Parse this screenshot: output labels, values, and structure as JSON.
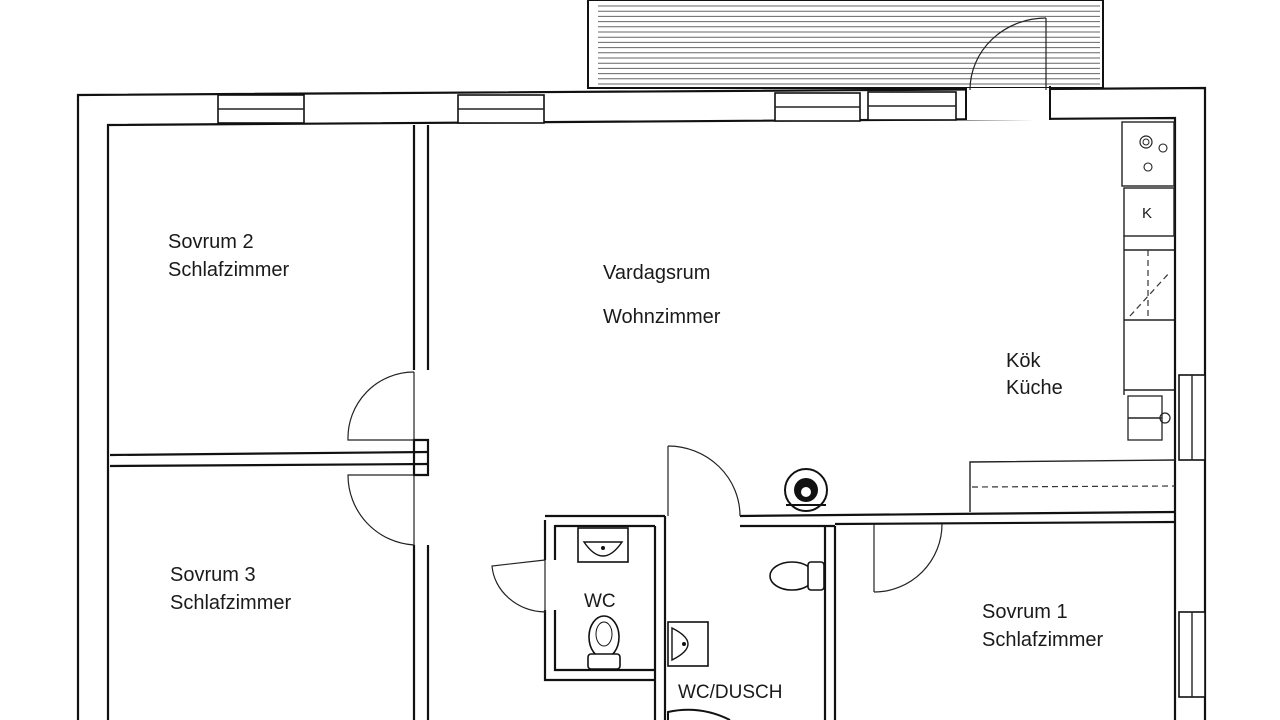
{
  "plan": {
    "rooms": {
      "bedroom2": {
        "line1": "Sovrum 2",
        "line2": "Schlafzimmer"
      },
      "living": {
        "line1": "Vardagsrum",
        "line2": "Wohnzimmer"
      },
      "kitchen": {
        "line1": "Kök",
        "line2": "Küche"
      },
      "bedroom3": {
        "line1": "Sovrum 3",
        "line2": "Schlafzimmer"
      },
      "bedroom1": {
        "line1": "Sovrum 1",
        "line2": "Schlafzimmer"
      },
      "wc": {
        "label": "WC"
      },
      "wc_shower": {
        "label": "WC/DUSCH"
      }
    },
    "fridge_label": "K"
  }
}
